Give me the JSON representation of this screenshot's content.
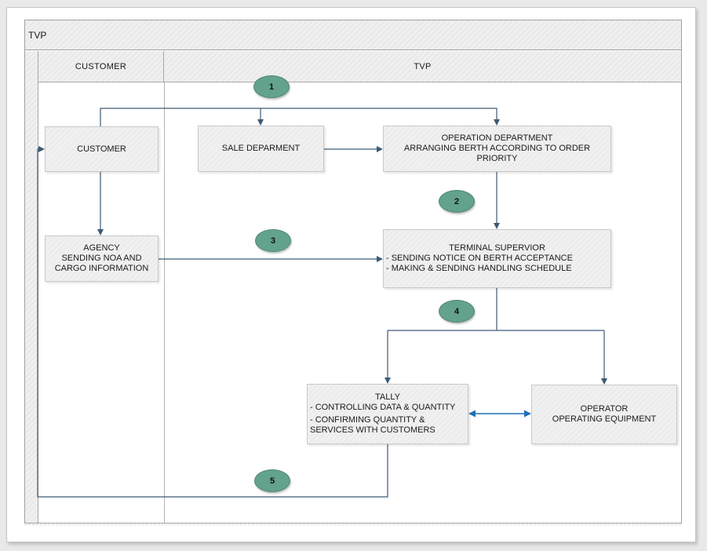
{
  "pool": {
    "title": "TVP"
  },
  "lanes": {
    "customer": "CUSTOMER",
    "tvp": "TVP"
  },
  "nodes": {
    "customer": {
      "title": "CUSTOMER"
    },
    "sale": {
      "title": "SALE DEPARMENT"
    },
    "operation": {
      "title": "OPERATION DEPARTMENT",
      "line2": "ARRANGING BERTH ACCORDING TO ORDER",
      "line3": "PRIORITY"
    },
    "agency": {
      "title": "AGENCY",
      "line2": "SENDING NOA AND",
      "line3": "CARGO INFORMATION"
    },
    "terminal": {
      "title": "TERMINAL SUPERVIOR",
      "bullet1": "- SENDING NOTICE ON BERTH ACCEPTANCE",
      "bullet2": "- MAKING & SENDING HANDLING SCHEDULE"
    },
    "tally": {
      "title": "TALLY",
      "bullet1": "- CONTROLLING DATA & QUANTITY",
      "bullet2": "- CONFIRMING QUANTITY &",
      "bullet2cont": "SERVICES WITH CUSTOMERS"
    },
    "operator": {
      "title": "OPERATOR",
      "line2": "OPERATING EQUIPMENT"
    }
  },
  "steps": {
    "s1": "1",
    "s2": "2",
    "s3": "3",
    "s4": "4",
    "s5": "5"
  },
  "colors": {
    "badge_fill": "#63a28c",
    "flow_connector": "#3d5a73",
    "link_arrow_blue": "#1f6fb5",
    "lane_hatch": "#e9e9e9",
    "node_fill": "#eeeeee"
  }
}
